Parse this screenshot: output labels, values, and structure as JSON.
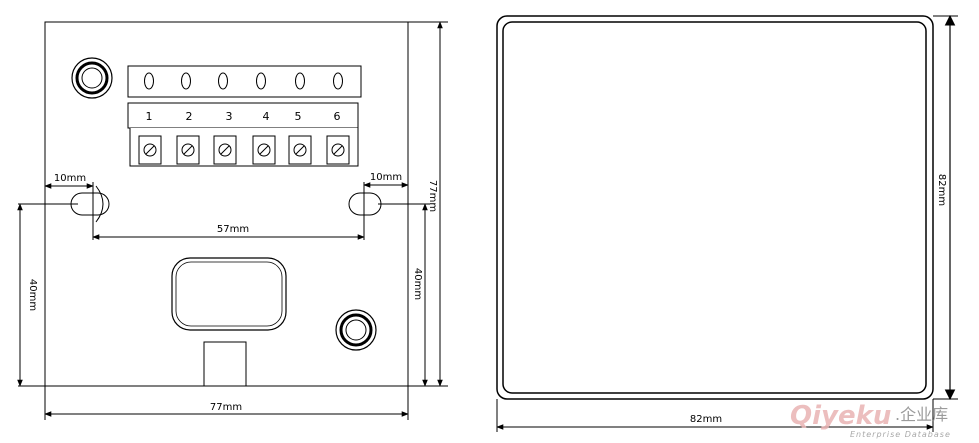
{
  "terminals": [
    "1",
    "2",
    "3",
    "4",
    "5",
    "6"
  ],
  "dimensions": {
    "left_hole_offset": "10mm",
    "right_hole_offset": "10mm",
    "hole_spacing": "57mm",
    "back_width": "77mm",
    "back_height": "77mm",
    "left_height": "40mm",
    "right_height": "40mm",
    "front_width": "82mm",
    "front_height": "82mm"
  },
  "watermark": {
    "brand": "Qiyeku",
    "chinese": ".企业库",
    "tagline": "Enterprise Database"
  }
}
